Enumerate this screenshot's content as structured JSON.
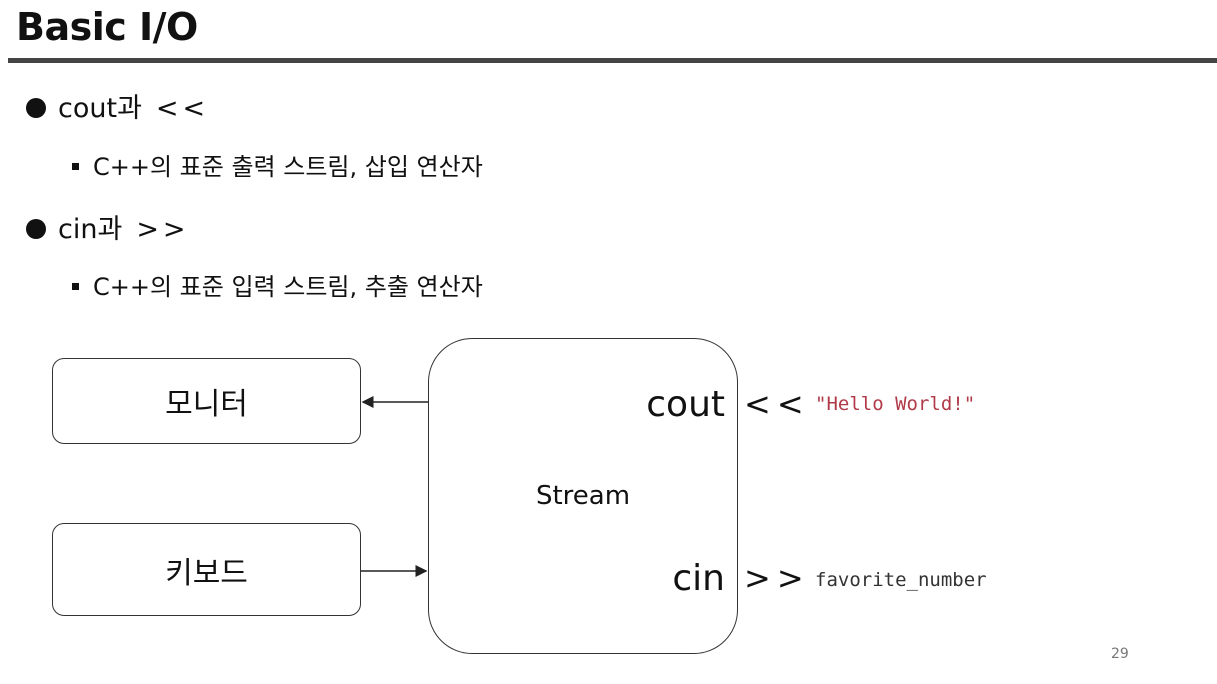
{
  "title": "Basic I/O",
  "bullets": [
    {
      "keyword": "cout과",
      "operator": "<<",
      "sub": "C++의 표준 출력 스트림, 삽입 연산자"
    },
    {
      "keyword": "cin과",
      "operator": ">>",
      "sub": "C++의 표준 입력 스트림, 추출 연산자"
    }
  ],
  "diagram": {
    "monitor_label": "모니터",
    "keyboard_label": "키보드",
    "stream_label": "Stream",
    "cout_label": "cout",
    "cin_label": "cin",
    "insert_op": "<<",
    "extract_op": ">>",
    "cout_value": "\"Hello World!\"",
    "cin_value": "favorite_number"
  },
  "page_number": "29",
  "colors": {
    "rule": "#444444",
    "string_literal": "#b03a48"
  }
}
